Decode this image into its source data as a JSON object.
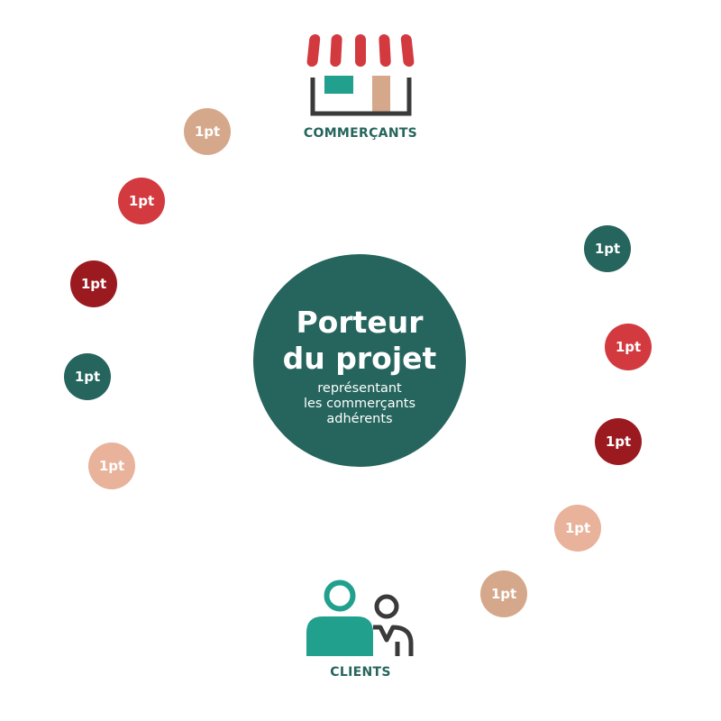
{
  "colors": {
    "dark_green": "#25655d",
    "teal": "#21a08d",
    "red": "#d33a40",
    "dark_red": "#9b1a20",
    "tan": "#d5a88b",
    "peach": "#e8b29b",
    "grey": "#3a3a3a"
  },
  "center": {
    "title_line1": "Porteur",
    "title_line2": "du projet",
    "subtitle_line1": "représentant",
    "subtitle_line2": "les commerçants",
    "subtitle_line3": "adhérents"
  },
  "top_node": {
    "label": "COMMERÇANTS",
    "icon": "shop-icon"
  },
  "bottom_node": {
    "label": "CLIENTS",
    "icon": "clients-icon"
  },
  "points": [
    {
      "label": "1pt",
      "color": "#d5a88b"
    },
    {
      "label": "1pt",
      "color": "#d33a40"
    },
    {
      "label": "1pt",
      "color": "#9b1a20"
    },
    {
      "label": "1pt",
      "color": "#25655d"
    },
    {
      "label": "1pt",
      "color": "#e8b29b"
    },
    {
      "label": "1pt",
      "color": "#25655d"
    },
    {
      "label": "1pt",
      "color": "#d33a40"
    },
    {
      "label": "1pt",
      "color": "#9b1a20"
    },
    {
      "label": "1pt",
      "color": "#e8b29b"
    },
    {
      "label": "1pt",
      "color": "#d5a88b"
    }
  ]
}
